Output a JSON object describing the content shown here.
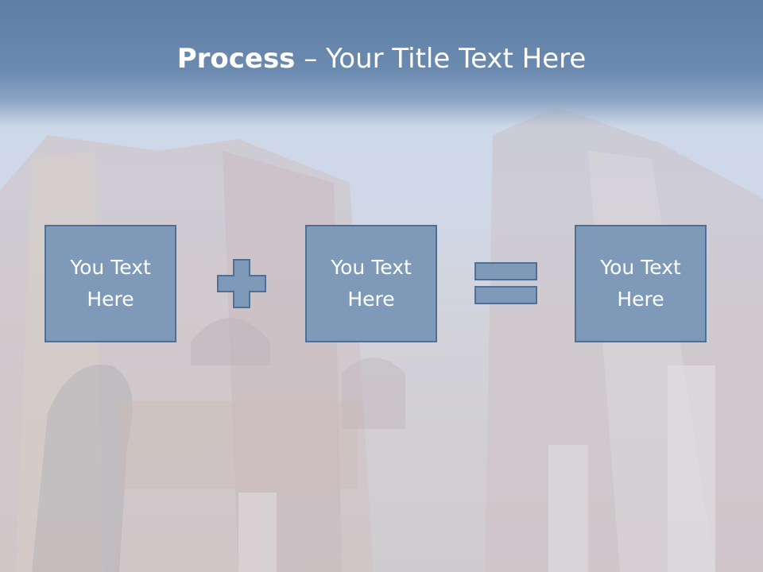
{
  "slide": {
    "title_bold": "Process",
    "title_rest": " – Your Title Text Here",
    "boxes": [
      {
        "text": "You Text\nHere"
      },
      {
        "text": "You Text\nHere"
      },
      {
        "text": "You Text\nHere"
      }
    ],
    "operators": [
      "plus-icon",
      "equals-icon"
    ]
  },
  "colors": {
    "box_fill": "#7e9ab8",
    "box_border": "#4f6f96",
    "title_band": "#6b8ab0",
    "title_text": "#ffffff"
  }
}
